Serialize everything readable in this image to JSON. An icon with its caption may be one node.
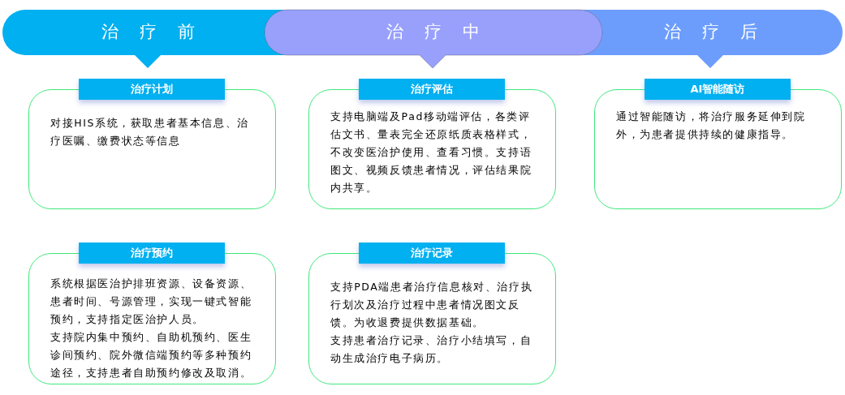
{
  "diagram": {
    "nodes": [
      {
        "text": [
          "治疗前"
        ]
      },
      {
        "text": [
          "治疗中"
        ]
      },
      {
        "text": [
          "治疗后"
        ]
      },
      {
        "text": [
          "治疗计划"
        ]
      },
      {
        "text": [
          "对接HIS系统，获取患者基本信息、治疗医嘱、缴费状态等信息"
        ]
      },
      {
        "text": [
          "治疗评估"
        ]
      },
      {
        "text": [
          "支持电脑端及Pad移动端评估，各类评估文书、量表完全还原纸质表格样式，不改变医治护使用、查看习惯。支持语图文、视频反馈患者情况，评估结果院内共享。"
        ]
      },
      {
        "text": [
          "AI智能随访"
        ]
      },
      {
        "text": [
          "通过智能随访，将治疗服务延伸到院外，为患者提供持续的健康指导。"
        ]
      },
      {
        "text": [
          "治疗预约"
        ]
      },
      {
        "text": [
          "系统根据医治护排班资源、设备资源、患者时间、号源管理，实现一键式智能预约，支持指定医治护人员。",
          "支持院内集中预约、自助机预约、医生诊间预约、院外微信端预约等多种预约途径，支持患者自助预约修改及取消。"
        ]
      },
      {
        "text": [
          "治疗记录"
        ]
      },
      {
        "text": [
          "支持PDA端患者治疗信息核对、治疗执行划次及治疗过程中患者情况图文反馈。为收退费提供数据基础。",
          "支持患者治疗记录、治疗小结填写，自动生成治疗电子病历。"
        ]
      }
    ]
  }
}
